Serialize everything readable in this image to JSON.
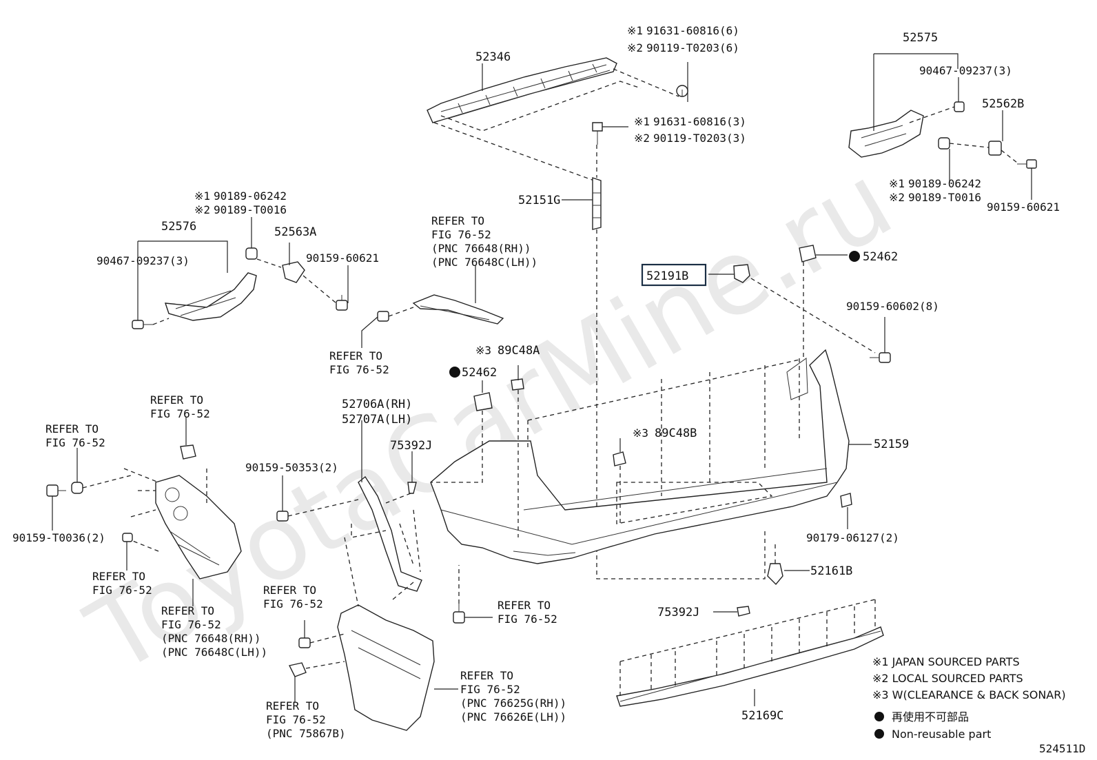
{
  "watermark": "ToyotaCarMine.ru",
  "diagram_id": "524511D",
  "refer_to": "REFER TO",
  "fig_ref": "FIG 76-52",
  "parts": {
    "p52346": "52346",
    "p52575": "52575",
    "p52576": "52576",
    "p52563A": "52563A",
    "p52562B": "52562B",
    "p52151G": "52151G",
    "p52191B": "52191B",
    "p52462_top": "52462",
    "p52462_left": "52462",
    "p89C48A": "89C48A",
    "p89C48B": "89C48B",
    "p52706A": "52706A(RH)",
    "p52707A": "52707A(LH)",
    "p75392J_a": "75392J",
    "p75392J_b": "75392J",
    "p52159": "52159",
    "p52161B": "52161B",
    "p52169C": "52169C",
    "b90467_a": "90467-09237(3)",
    "b90467_b": "90467-09237(3)",
    "b90159_60621_a": "90159-60621",
    "b90159_60621_b": "90159-60621",
    "b90159_60602": "90159-60602(8)",
    "b90159_50353": "90159-50353(2)",
    "b90159_T0036": "90159-T0036(2)",
    "b90179_06127": "90179-06127(2)"
  },
  "marked": {
    "m1": "※1",
    "m2": "※2",
    "m3": "※3",
    "top_a1": "91631-60816(6)",
    "top_a2": "90119-T0203(6)",
    "top_b1": "91631-60816(3)",
    "top_b2": "90119-T0203(3)",
    "clip_1": "90189-06242",
    "clip_2": "90189-T0016"
  },
  "pnc": {
    "rh76648": "(PNC 76648(RH))",
    "lh76648": "(PNC 76648C(LH))",
    "rh76625": "(PNC 76625G(RH))",
    "lh76626": "(PNC 76626E(LH))",
    "p75867": "(PNC 75867B)"
  },
  "legend": {
    "note1": "※1 JAPAN SOURCED PARTS",
    "note2": "※2 LOCAL SOURCED PARTS",
    "note3": "※3 W(CLEARANCE & BACK SONAR)",
    "jp": "再使用不可部品",
    "en": "Non-reusable part"
  }
}
